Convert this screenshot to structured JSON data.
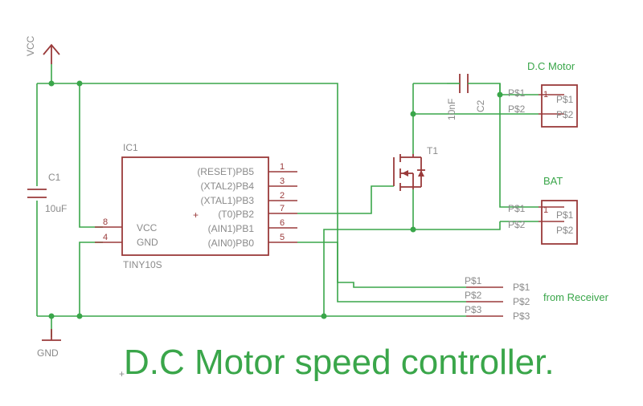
{
  "title": "D.C Motor speed controller.",
  "vcc_label": "VCC",
  "gnd_label": "GND",
  "c1": {
    "name": "C1",
    "value": "10uF"
  },
  "c2": {
    "name": "C2",
    "value": "10nF"
  },
  "ic": {
    "name": "IC1",
    "part": "TINY10S",
    "left_pins": [
      {
        "num": "8",
        "label": "VCC"
      },
      {
        "num": "4",
        "label": "GND"
      }
    ],
    "right_pins": [
      {
        "num": "1",
        "label": "(RESET)PB5"
      },
      {
        "num": "3",
        "label": "(XTAL2)PB4"
      },
      {
        "num": "2",
        "label": "(XTAL1)PB3"
      },
      {
        "num": "7",
        "label": "(T0)PB2"
      },
      {
        "num": "6",
        "label": "(AIN1)PB1"
      },
      {
        "num": "5",
        "label": "(AIN0)PB0"
      }
    ],
    "plus_mark": "+"
  },
  "transistor": {
    "name": "T1"
  },
  "motor": {
    "name": "D.C Motor",
    "pins": [
      "P$1",
      "P$2"
    ],
    "pin_one": "1"
  },
  "battery": {
    "name": "BAT",
    "pins": [
      "P$1",
      "P$2"
    ],
    "pin_one": "1"
  },
  "receiver": {
    "name": "from Receiver",
    "pins": [
      "P$1",
      "P$2",
      "P$3"
    ]
  }
}
